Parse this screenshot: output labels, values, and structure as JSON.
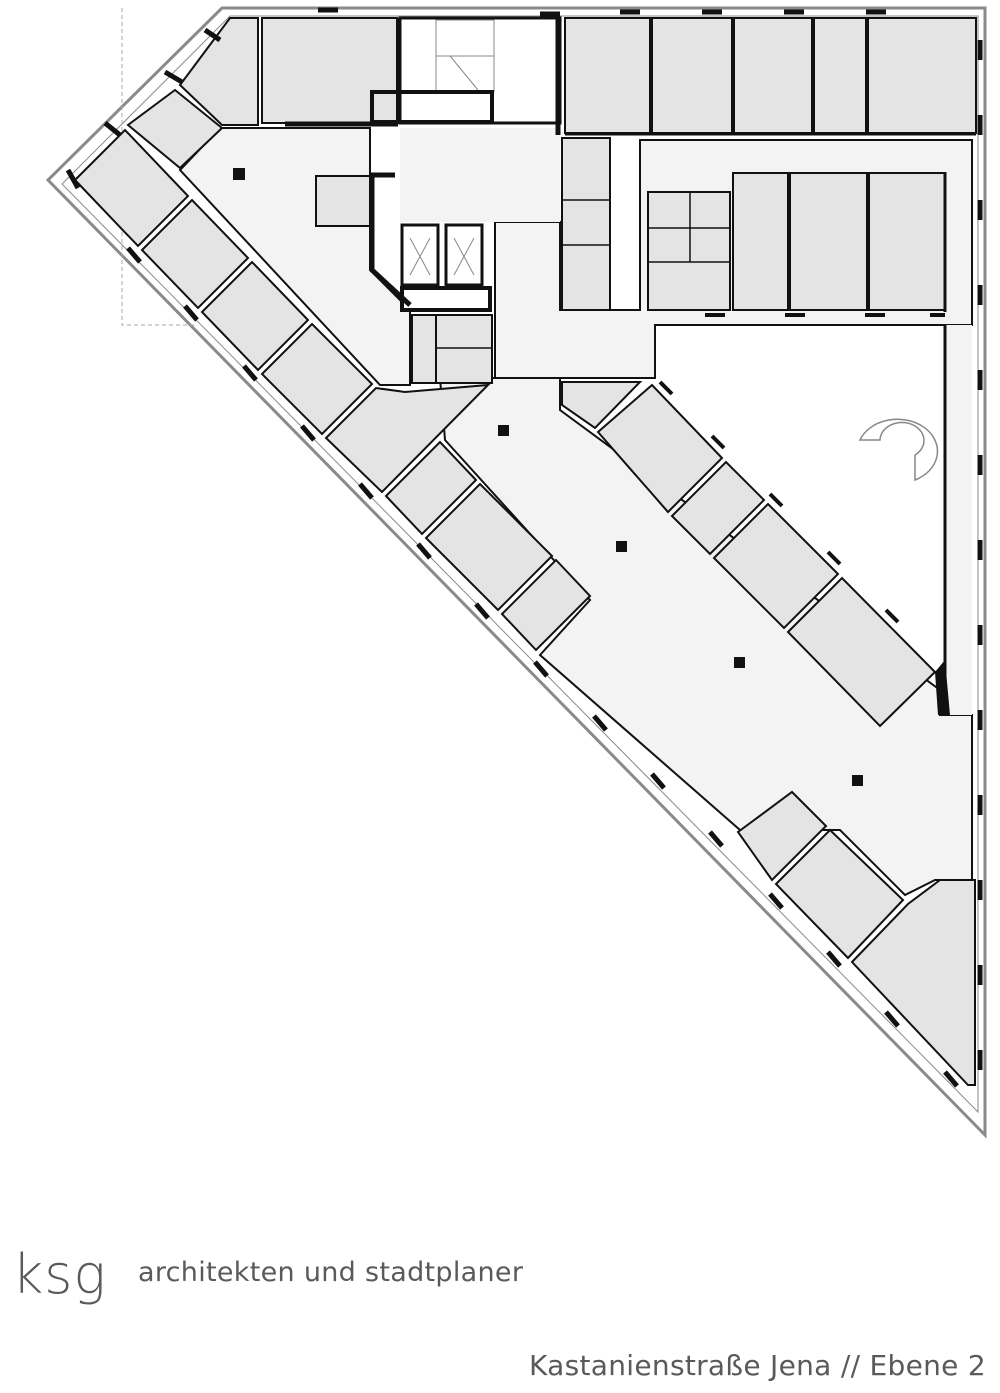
{
  "drawing": {
    "colors": {
      "wall": "#111111",
      "room_fill": "#e4e4e4",
      "corridor_fill": "#f3f3f3",
      "facade_line": "#8a8a8a",
      "background": "#ffffff"
    }
  },
  "branding": {
    "logo_mark": "ksg",
    "firm_name": "architekten und stadtplaner"
  },
  "caption": "Kastanienstraße Jena // Ebene 2"
}
